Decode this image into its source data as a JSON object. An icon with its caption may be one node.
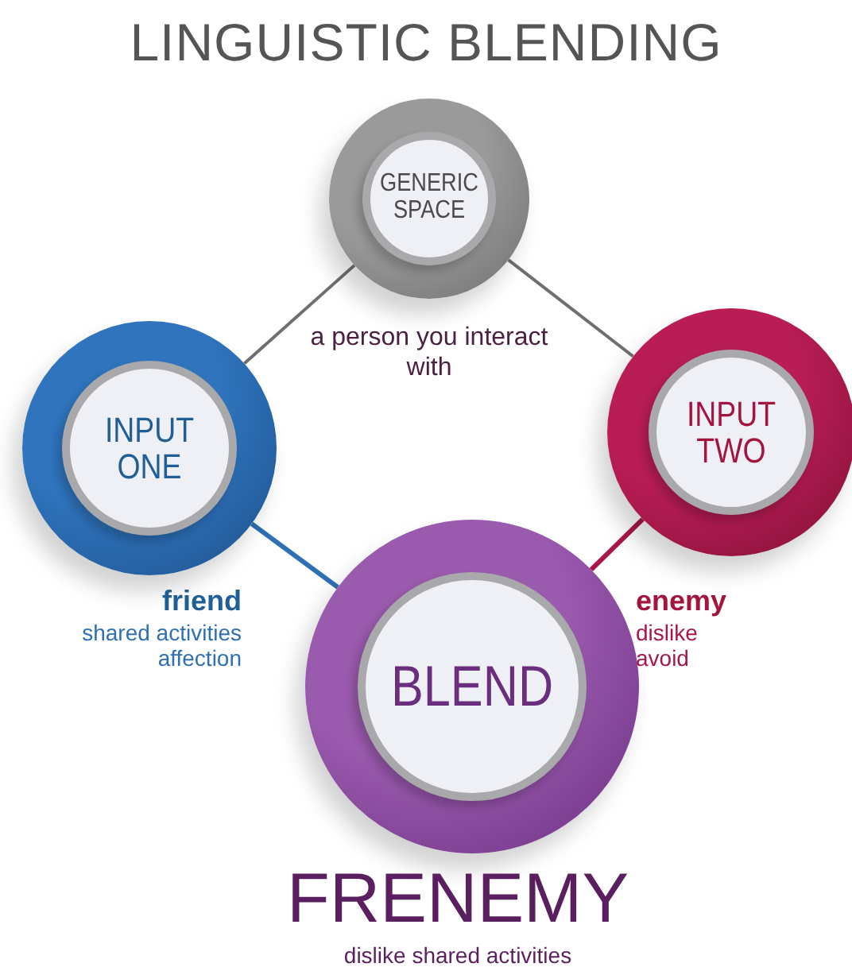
{
  "diagram": {
    "title": "LINGUISTIC BLENDING",
    "nodes": [
      {
        "text": [
          "GENERIC SPACE"
        ],
        "beside": [
          "a person you interact with"
        ]
      },
      {
        "text": [
          "INPUT ONE"
        ],
        "beside": [
          "friend",
          "shared activities affection"
        ]
      },
      {
        "text": [
          "INPUT TWO"
        ],
        "beside": [
          "enemy",
          "dislike avoid"
        ]
      },
      {
        "text": [
          "BLEND"
        ],
        "beside": [
          "FRENEMY",
          "dislike shared activities"
        ]
      }
    ],
    "edges": [
      {
        "from": 0,
        "to": 1,
        "arrow": "none"
      },
      {
        "from": 0,
        "to": 2,
        "arrow": "none"
      },
      {
        "from": 1,
        "to": 3,
        "arrow": "none",
        "color": "#2f6fb3"
      },
      {
        "from": 2,
        "to": 3,
        "arrow": "none",
        "color": "#a8174a"
      }
    ]
  }
}
